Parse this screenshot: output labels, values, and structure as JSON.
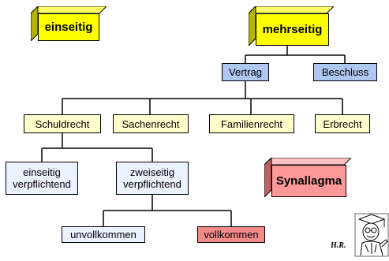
{
  "top_blocks": {
    "left": "einseitig",
    "right": "mehrseitig"
  },
  "level2": {
    "vertrag": "Vertrag",
    "beschluss": "Beschluss"
  },
  "level3": {
    "schuldrecht": "Schuldrecht",
    "sachenrecht": "Sachenrecht",
    "familienrecht": "Familienrecht",
    "erbrecht": "Erbrecht"
  },
  "level4": {
    "einseitig_line1": "einseitig",
    "einseitig_line2": "verpflichtend",
    "zweiseitig_line1": "zweiseitig",
    "zweiseitig_line2": "verpflichtend"
  },
  "level5": {
    "unvollkommen": "unvollkommen",
    "vollkommen": "vollkommen"
  },
  "synallagma": "Synallagma",
  "author_mark": "H.R."
}
